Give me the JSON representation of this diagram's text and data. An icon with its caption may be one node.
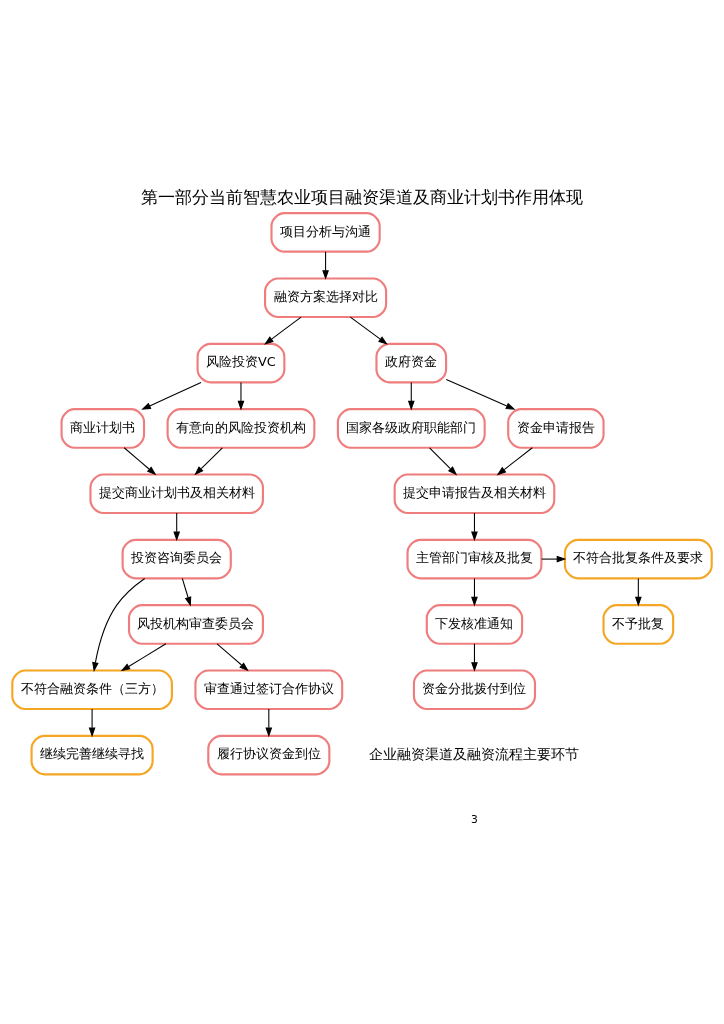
{
  "diagram": {
    "title": "第一部分当前智慧农业项目融资渠道及商业计划书作用体现",
    "caption": "企业融资渠道及融资流程主要环节",
    "nodes": [
      {
        "text": [
          "项目分析与沟通"
        ]
      },
      {
        "text": [
          "融资方案选择对比"
        ]
      },
      {
        "text": [
          "风险投资VC"
        ]
      },
      {
        "text": [
          "政府资金"
        ]
      },
      {
        "text": [
          "商业计划书"
        ]
      },
      {
        "text": [
          "有意向的风险投资机构"
        ]
      },
      {
        "text": [
          "国家各级政府职能部门"
        ]
      },
      {
        "text": [
          "资金申请报告"
        ]
      },
      {
        "text": [
          "提交商业计划书及相关材料"
        ]
      },
      {
        "text": [
          "提交申请报告及相关材料"
        ]
      },
      {
        "text": [
          "投资咨询委员会"
        ]
      },
      {
        "text": [
          "主管部门审核及批复"
        ]
      },
      {
        "text": [
          "不符合批复条件及要求"
        ]
      },
      {
        "text": [
          "不符合融资条件（三方）"
        ]
      },
      {
        "text": [
          "风投机构审查委员会"
        ]
      },
      {
        "text": [
          "下发核准通知"
        ]
      },
      {
        "text": [
          "不予批复"
        ]
      },
      {
        "text": [
          "继续完善继续寻找"
        ]
      },
      {
        "text": [
          "审查通过签订合作协议"
        ]
      },
      {
        "text": [
          "资金分批拨付到位"
        ]
      },
      {
        "text": [
          "履行协议资金到位"
        ]
      }
    ],
    "edges": [
      {
        "from": 0,
        "to": 1,
        "arrow": "to"
      },
      {
        "from": 1,
        "to": 2,
        "arrow": "to"
      },
      {
        "from": 1,
        "to": 3,
        "arrow": "to"
      },
      {
        "from": 2,
        "to": 4,
        "arrow": "to"
      },
      {
        "from": 2,
        "to": 5,
        "arrow": "to"
      },
      {
        "from": 3,
        "to": 6,
        "arrow": "to"
      },
      {
        "from": 3,
        "to": 7,
        "arrow": "to"
      },
      {
        "from": 4,
        "to": 8,
        "arrow": "to"
      },
      {
        "from": 5,
        "to": 8,
        "arrow": "to"
      },
      {
        "from": 6,
        "to": 9,
        "arrow": "to"
      },
      {
        "from": 7,
        "to": 9,
        "arrow": "to"
      },
      {
        "from": 8,
        "to": 10,
        "arrow": "to"
      },
      {
        "from": 9,
        "to": 11,
        "arrow": "to"
      },
      {
        "from": 11,
        "to": 12,
        "arrow": "to"
      },
      {
        "from": 10,
        "to": 13,
        "arrow": "to"
      },
      {
        "from": 14,
        "to": 13,
        "arrow": "to"
      },
      {
        "from": 10,
        "to": 14,
        "arrow": "to"
      },
      {
        "from": 12,
        "to": 16,
        "arrow": "to"
      },
      {
        "from": 13,
        "to": 17,
        "arrow": "to"
      },
      {
        "from": 11,
        "to": 15,
        "arrow": "to"
      },
      {
        "from": 14,
        "to": 18,
        "arrow": "to"
      },
      {
        "from": 15,
        "to": 19,
        "arrow": "to"
      },
      {
        "from": 18,
        "to": 20,
        "arrow": "to"
      }
    ],
    "labels": [
      "3"
    ]
  }
}
